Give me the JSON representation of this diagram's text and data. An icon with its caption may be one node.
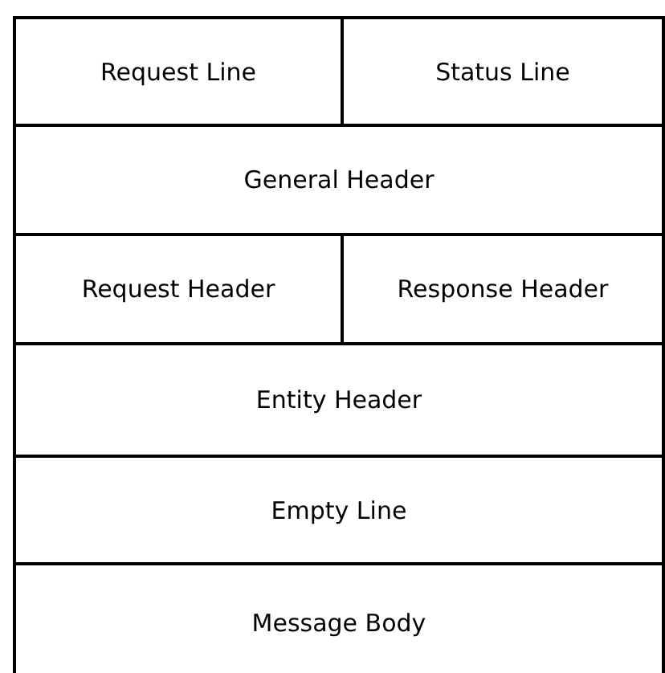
{
  "diagram": {
    "nodes": [
      {
        "text": [
          "Request Line"
        ]
      },
      {
        "text": [
          "Status Line"
        ]
      },
      {
        "text": [
          "General Header"
        ]
      },
      {
        "text": [
          "Request Header"
        ]
      },
      {
        "text": [
          "Response Header"
        ]
      },
      {
        "text": [
          "Entity Header"
        ]
      },
      {
        "text": [
          "Empty Line"
        ]
      },
      {
        "text": [
          "Message Body"
        ]
      }
    ]
  }
}
